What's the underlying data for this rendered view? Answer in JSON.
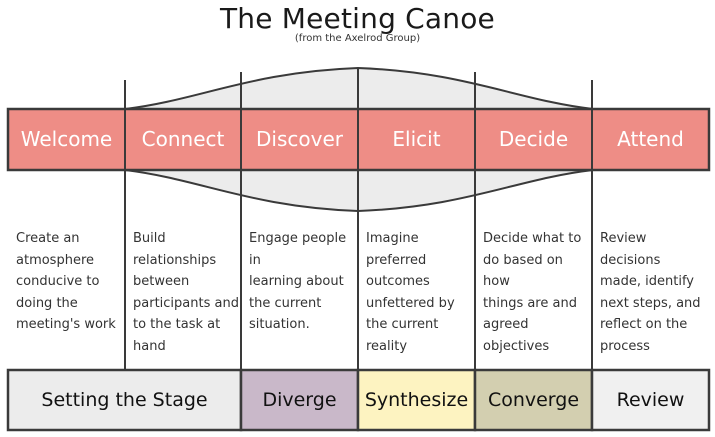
{
  "title": "The Meeting Canoe",
  "subtitle": "(from the Axelrod Group)",
  "stages": [
    {
      "label": "Welcome",
      "description": "Create an\natmosphere\nconducive to\ndoing the\nmeeting's work"
    },
    {
      "label": "Connect",
      "description": "Build\nrelationships\nbetween\nparticipants and\nto the task at\nhand"
    },
    {
      "label": "Discover",
      "description": "Engage people in\nlearning about\nthe current\nsituation."
    },
    {
      "label": "Elicit",
      "description": "Imagine\npreferred\noutcomes\nunfettered by\nthe current\nreality"
    },
    {
      "label": "Decide",
      "description": "Decide what to\ndo based on how\nthings are and\nagreed\nobjectives"
    },
    {
      "label": "Attend",
      "description": "Review decisions\nmade, identify\nnext steps, and\nreflect on the\nprocess"
    }
  ],
  "phases": [
    {
      "label": "Setting the Stage",
      "color": "#ececec"
    },
    {
      "label": "Diverge",
      "color": "#c9b8c9"
    },
    {
      "label": "Synthesize",
      "color": "#fdf3c1"
    },
    {
      "label": "Converge",
      "color": "#d3cfb0"
    },
    {
      "label": "Review",
      "color": "#f0f0f0"
    }
  ],
  "colors": {
    "stage_fill": "#ee8d86",
    "canoe_fill": "#ececec",
    "outline": "#3a3a3a",
    "stage_text": "#ffffff"
  }
}
